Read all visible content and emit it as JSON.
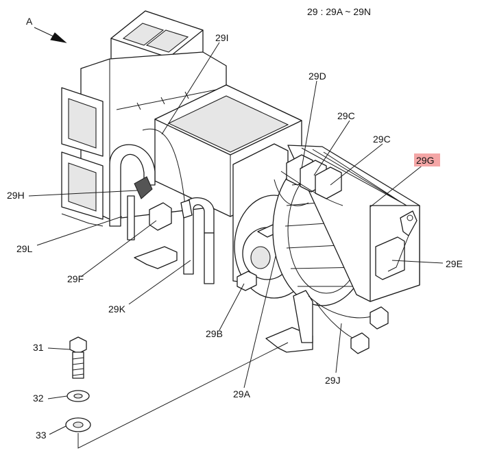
{
  "header": {
    "range_note": "29 : 29A ~ 29N"
  },
  "view_arrow": {
    "label": "A"
  },
  "callouts": {
    "c29I": "29I",
    "c29D": "29D",
    "c29C_left": "29C",
    "c29C_right": "29C",
    "c29G": "29G",
    "c29H": "29H",
    "c29L": "29L",
    "c29F": "29F",
    "c29E": "29E",
    "c29K": "29K",
    "c29B": "29B",
    "c29J": "29J",
    "c29A": "29A",
    "c31": "31",
    "c32": "32",
    "c33": "33"
  },
  "colors": {
    "highlight": "#f4a6a6",
    "line": "#1a1a1a"
  }
}
